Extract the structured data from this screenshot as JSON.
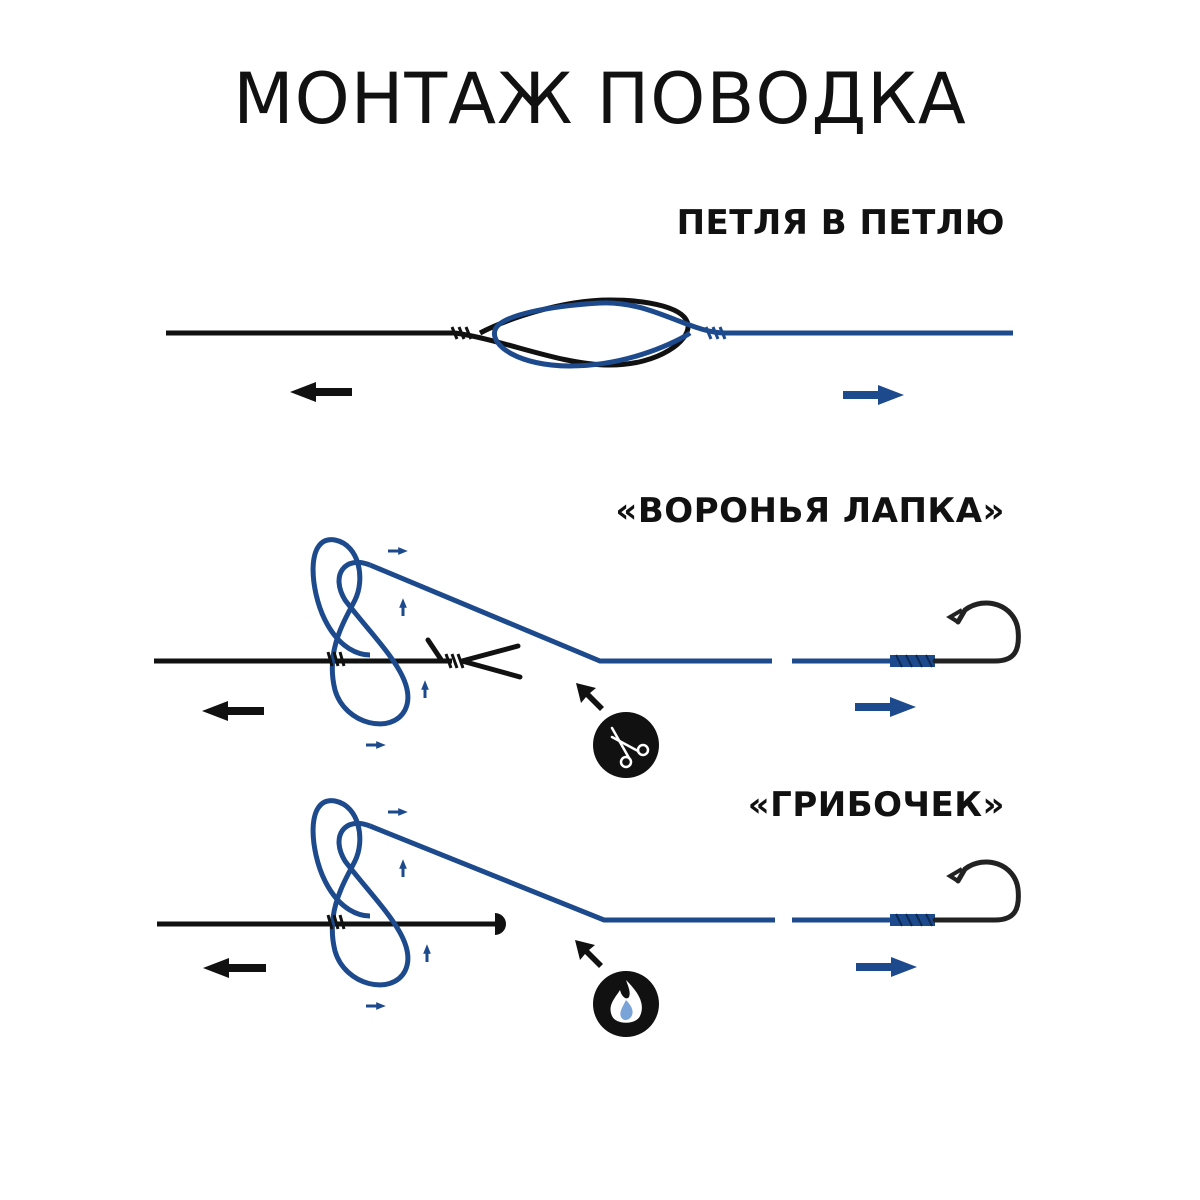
{
  "title": "МОНТАЖ ПОВОДКА",
  "sections": [
    {
      "title": "ПЕТЛЯ В ПЕТЛЮ",
      "badge_icon": null
    },
    {
      "title": "«ВОРОНЬЯ ЛАПКА»",
      "badge_icon": "scissors-icon"
    },
    {
      "title": "«ГРИБОЧЕК»",
      "badge_icon": "flame-icon"
    }
  ],
  "colors": {
    "main_line": "#111111",
    "leader": "#1d4a8c",
    "badge_bg": "#111111",
    "flame": "#7aa3d8"
  }
}
